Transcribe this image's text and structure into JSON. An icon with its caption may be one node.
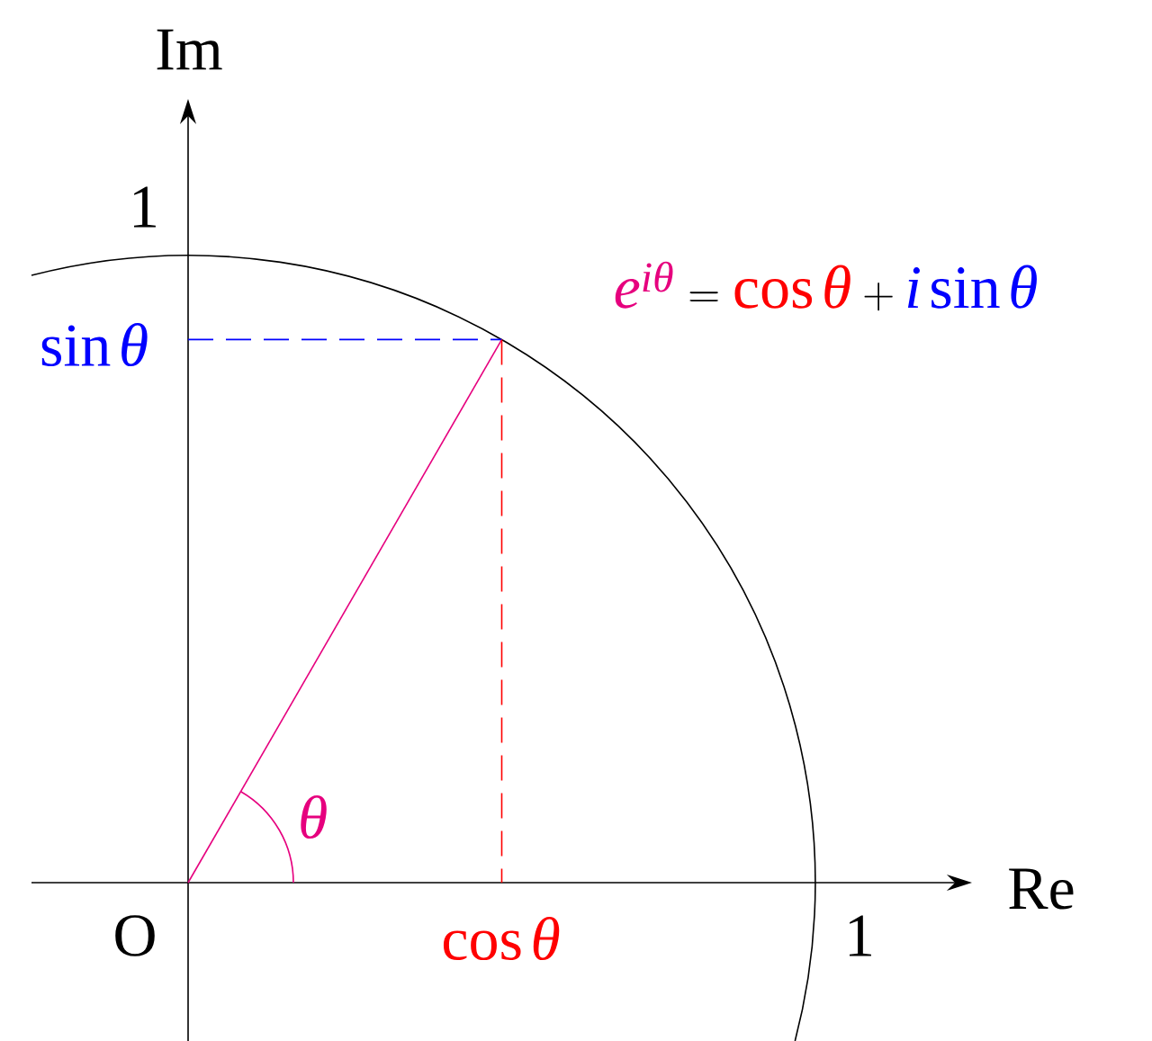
{
  "diagram": {
    "labels": [
      "\\mathrm{Im}",
      "1",
      "{\\color{blue}\\sin\\theta}",
      "{\\color{magenta}e^{i\\theta}} = {\\color{red}\\cos\\theta} + {\\color{blue}i\\sin\\theta}",
      "{\\color{magenta}\\theta}",
      "\\mathrm{Re}",
      "\\mathrm{O}",
      "{\\color{red}\\cos\\theta}",
      "1"
    ]
  }
}
